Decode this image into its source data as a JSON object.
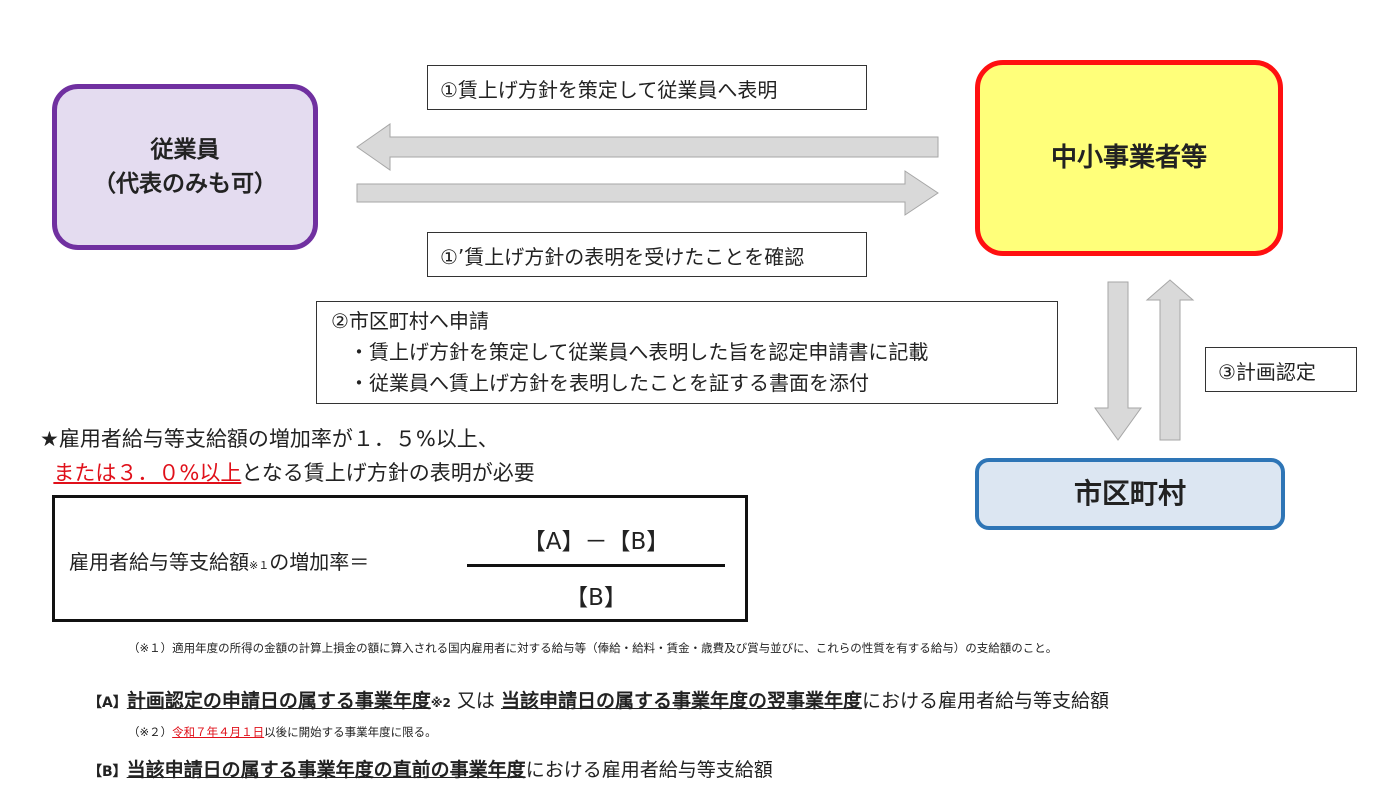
{
  "nodes": {
    "employee": {
      "line1": "従業員",
      "line2": "（代表のみも可）"
    },
    "business": {
      "label": "中小事業者等"
    },
    "municipality": {
      "label": "市区町村"
    }
  },
  "steps": {
    "step1": "①賃上げ方針を策定して従業員へ表明",
    "step1b": "①’賃上げ方針の表明を受けたことを確認",
    "step2": {
      "title": "②市区町村へ申請",
      "bullets": [
        "・賃上げ方針を策定して従業員へ表明した旨を認定申請書に記載",
        "・従業員へ賃上げ方針を表明したことを証する書面を添付"
      ]
    },
    "step3": "③計画認定"
  },
  "requirement": {
    "line1": "★雇用者給与等支給額の増加率が１．５%以上、",
    "line2_red": "または３．０%以上",
    "line2_rest": "となる賃上げ方針の表明が必要"
  },
  "formula": {
    "lhs": "雇用者給与等支給額",
    "lhs_note": "※１",
    "lhs_suffix": "の増加率＝",
    "numerator": "【A】－【B】",
    "denominator": "【B】"
  },
  "footnotes": {
    "note1": "（※１）適用年度の所得の金額の計算上損金の額に算入される国内雇用者に対する給与等（俸給・給料・賃金・歳費及び賞与並びに、これらの性質を有する給与）の支給額のこと。",
    "a_tag": "【A】",
    "a_bold1": "計画認定の申請日の属する事業年度",
    "a_note": "※2",
    "a_mid": " 又は ",
    "a_bold2": "当該申請日の属する事業年度の翌事業年度",
    "a_rest": "における雇用者給与等支給額",
    "note2_prefix": "（※２）",
    "note2_red": "令和７年４月１日",
    "note2_rest": "以後に開始する事業年度に限る。",
    "b_tag": "【B】",
    "b_bold": "当該申請日の属する事業年度の直前の事業年度",
    "b_rest": "における雇用者給与等支給額"
  },
  "colors": {
    "employee_fill": "#e4dcf0",
    "employee_border": "#7030a0",
    "business_fill": "#ffff7a",
    "business_border": "#ff1010",
    "municipality_fill": "#dce6f2",
    "municipality_border": "#2e75b6",
    "arrow_fill": "#d9d9d9",
    "arrow_stroke": "#a6a6a6",
    "highlight_red": "#e0101a"
  }
}
